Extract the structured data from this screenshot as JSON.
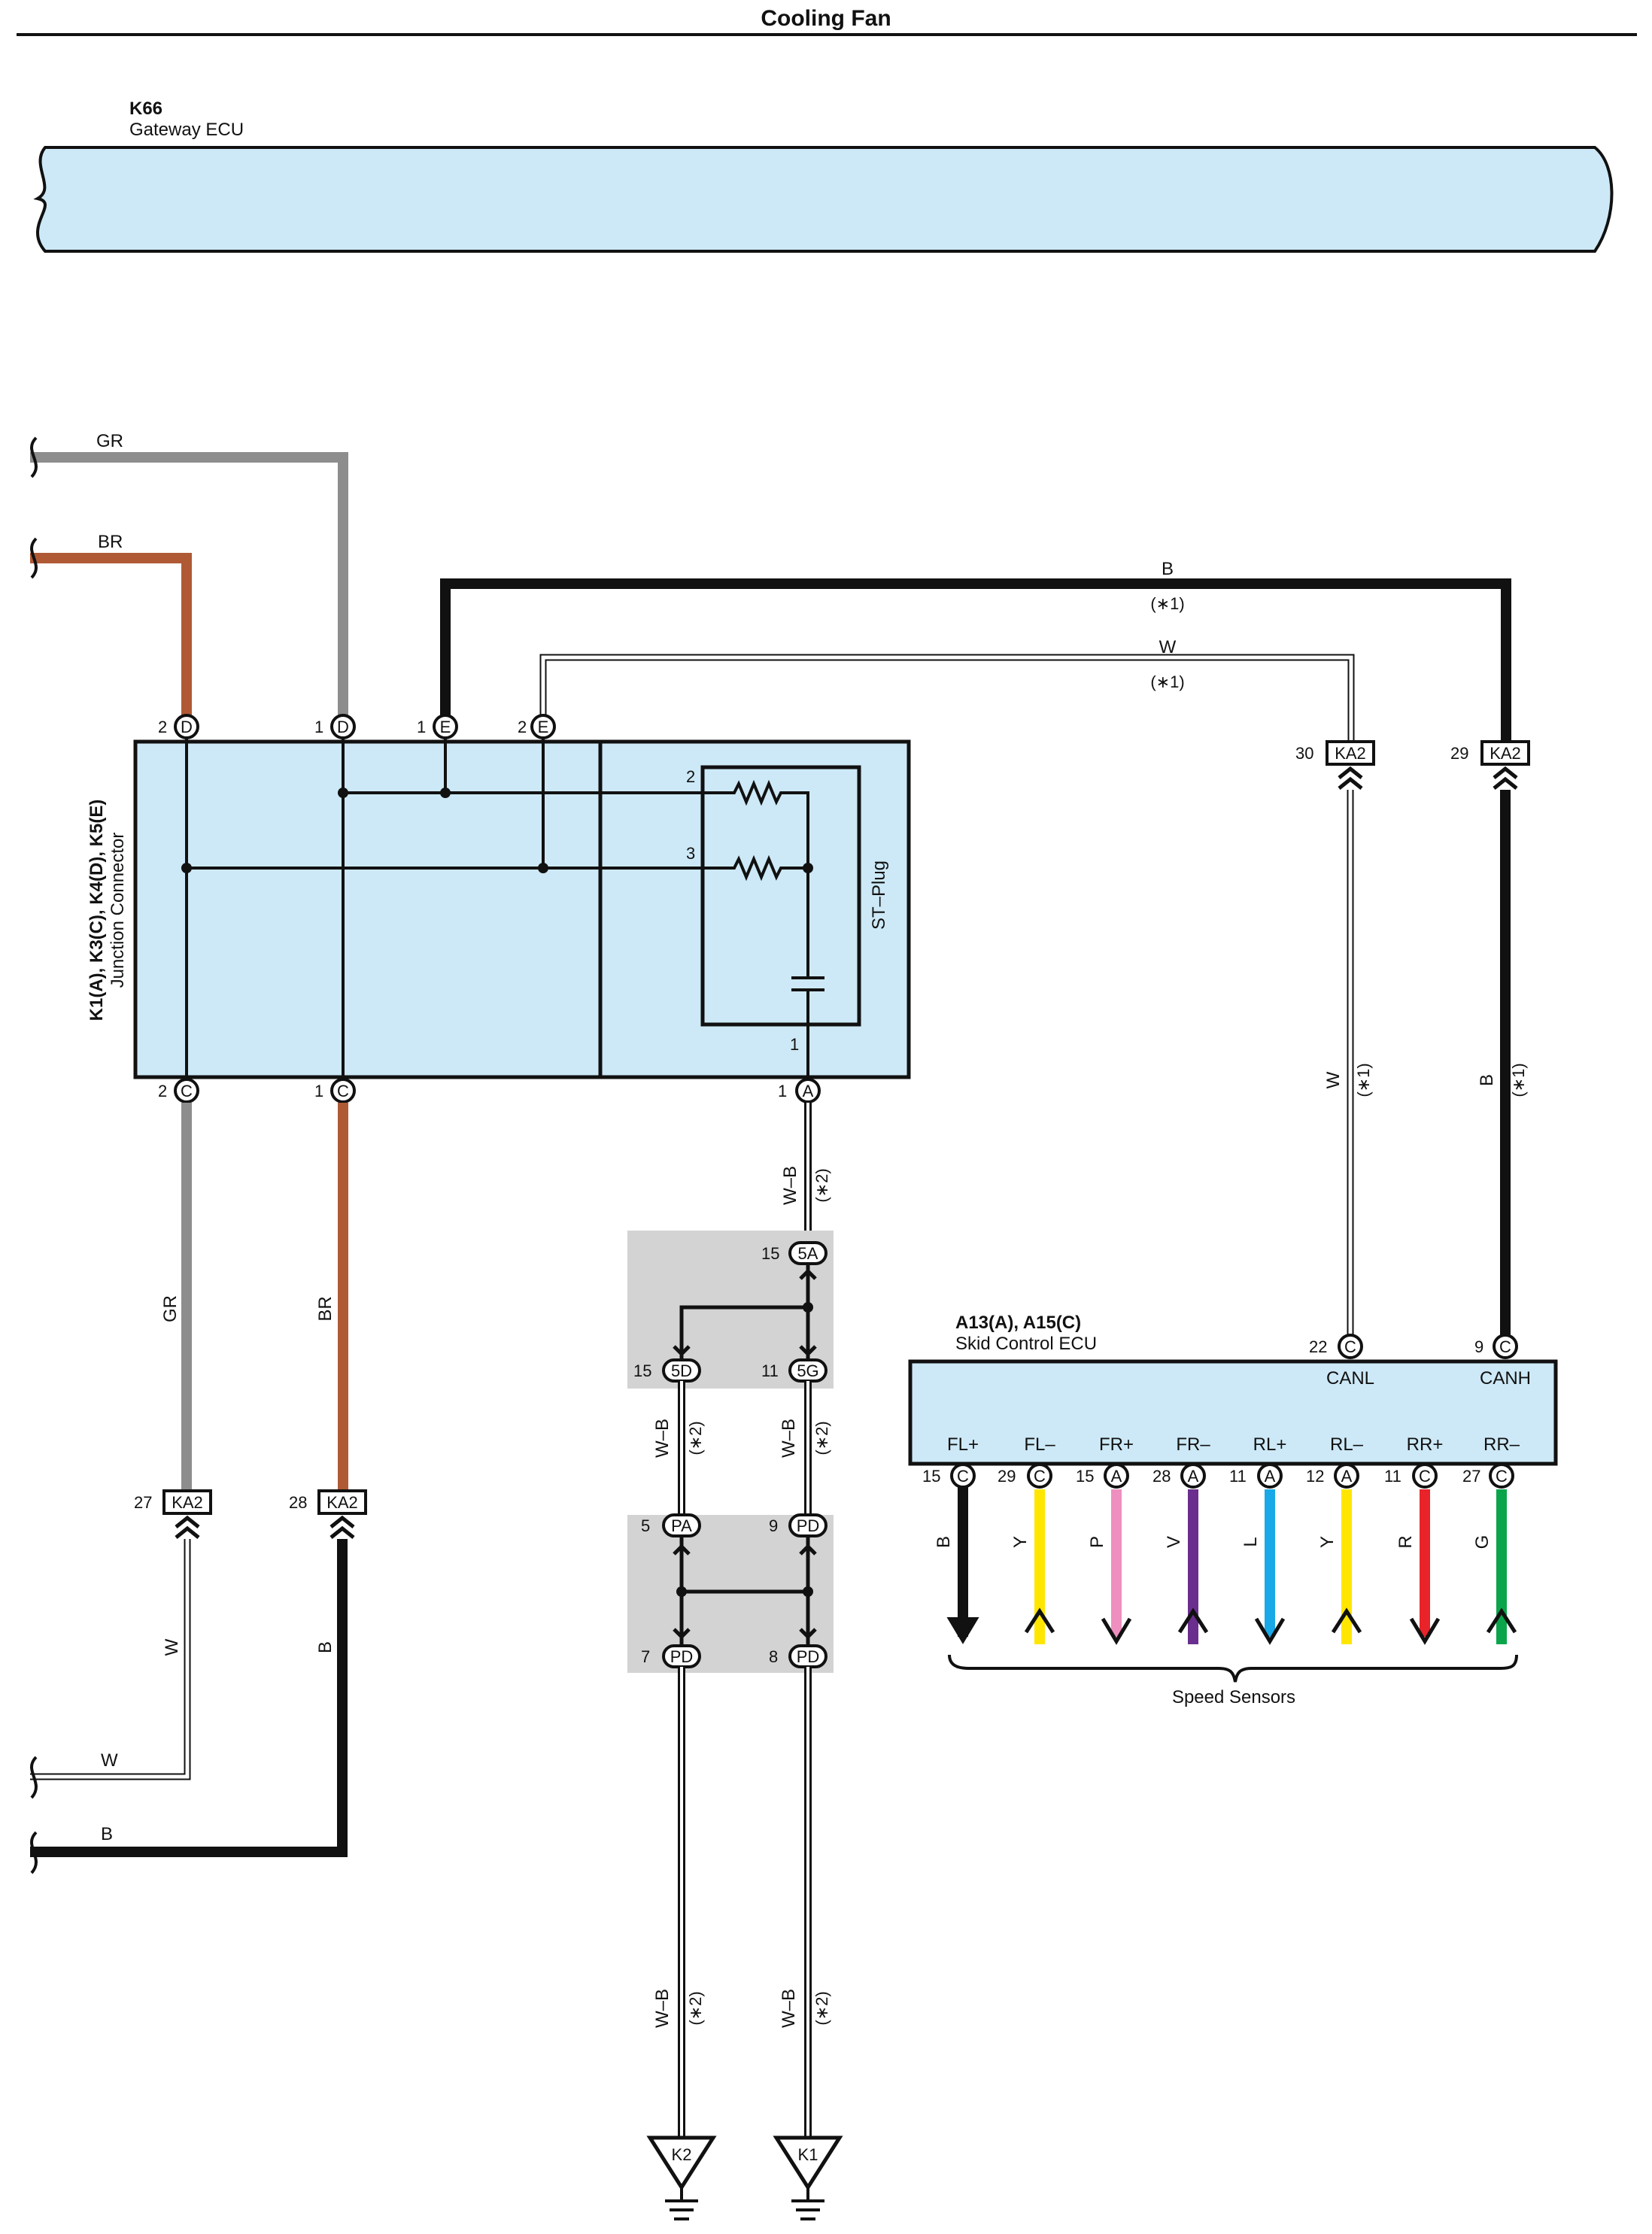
{
  "title": "Cooling Fan",
  "gateway": {
    "id": "K66",
    "name": "Gateway ECU"
  },
  "junction": {
    "ids": "K1(A), K3(C), K4(D), K5(E)",
    "name": "Junction Connector",
    "st_plug": "ST–Plug"
  },
  "skid": {
    "ids": "A13(A), A15(C)",
    "name": "Skid Control ECU"
  },
  "wires": {
    "gr": "GR",
    "br": "BR",
    "b": "B",
    "w": "W",
    "wb": "W–B",
    "y": "Y",
    "p": "P",
    "v": "V",
    "l": "L",
    "r": "R",
    "g": "G"
  },
  "notes": {
    "n1": "(∗1)",
    "n2": "(∗2)"
  },
  "connectors": {
    "ka2": "KA2",
    "d": "D",
    "e": "E",
    "c": "C",
    "a": "A",
    "c5a": "5A",
    "c5d": "5D",
    "c5g": "5G",
    "pa": "PA",
    "pd": "PD"
  },
  "pins": {
    "p1": "1",
    "p2": "2",
    "p3": "3",
    "p5": "5",
    "p7": "7",
    "p8": "8",
    "p9": "9",
    "p11": "11",
    "p12": "12",
    "p15": "15",
    "p22": "22",
    "p27": "27",
    "p28": "28",
    "p29": "29",
    "p30": "30"
  },
  "ecu_pins": {
    "canl": "CANL",
    "canh": "CANH",
    "flp": "FL+",
    "flm": "FL–",
    "frp": "FR+",
    "frm": "FR–",
    "rlp": "RL+",
    "rlm": "RL–",
    "rrp": "RR+",
    "rrm": "RR–"
  },
  "speed_sensors": "Speed Sensors",
  "grounds": {
    "k2": "K2",
    "k1": "K1"
  },
  "colors": {
    "panel": "#cde9f7",
    "gr": "#8d8d8d",
    "br": "#b05a35",
    "black": "#111111",
    "y": "#ffe600",
    "p": "#ee8fc0",
    "v": "#6a2e8e",
    "l": "#1aa9e8",
    "r": "#e8232a",
    "g": "#0aa54b",
    "splice": "#d3d3d3"
  }
}
